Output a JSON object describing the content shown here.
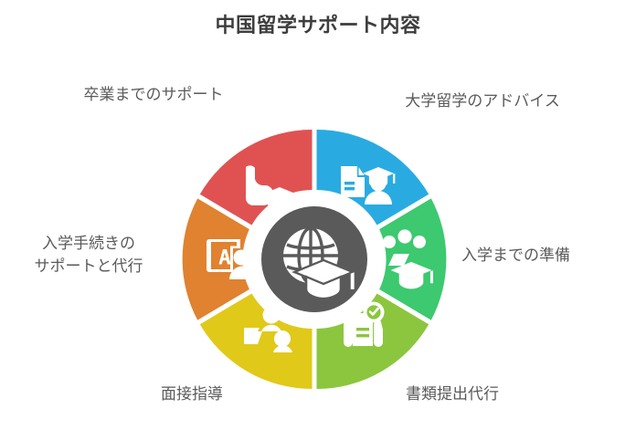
{
  "page": {
    "title": "中国留学サポート内容",
    "background_color": "#ffffff",
    "title_color": "#3d3d3d",
    "label_color": "#5a5a5a"
  },
  "chart_data": {
    "type": "pie",
    "title": "中国留学サポート内容",
    "variant": "donut-six-segment-infographic",
    "center": {
      "label": "",
      "color": "#5a5a5a",
      "icon": "globe-graduation-cap-icon"
    },
    "categories": [
      "大学留学のアドバイス",
      "入学までの準備",
      "書類提出代行",
      "面接指導",
      "入学手続きの\nサポートと代行",
      "卒業までのサポート"
    ],
    "values": [
      1,
      1,
      1,
      1,
      1,
      1
    ],
    "colors": [
      "#29abe2",
      "#3cc96f",
      "#8cc63e",
      "#e0c918",
      "#e0822f",
      "#e05252"
    ],
    "segments": [
      {
        "label": "大学留学のアドバイス",
        "color": "#29abe2",
        "icon": "document-graduate-person-icon",
        "position": "top-right",
        "share_pct": 16.7
      },
      {
        "label": "入学までの準備",
        "color": "#3cc96f",
        "icon": "people-graduation-cap-icon",
        "position": "right",
        "share_pct": 16.7
      },
      {
        "label": "書類提出代行",
        "color": "#8cc63e",
        "icon": "hands-document-check-icon",
        "position": "bottom-right",
        "share_pct": 16.7
      },
      {
        "label": "面接指導",
        "color": "#e0c918",
        "icon": "interview-people-icon",
        "position": "bottom-left",
        "share_pct": 16.7
      },
      {
        "label": "入学手続きの\nサポートと代行",
        "color": "#e0822f",
        "icon": "language-board-person-icon",
        "position": "left",
        "share_pct": 16.7
      },
      {
        "label": "卒業までのサポート",
        "color": "#e05252",
        "icon": "muscle-arm-graduation-cap-icon",
        "position": "top-left",
        "share_pct": 16.7
      }
    ],
    "legend": "none",
    "grid": false
  }
}
